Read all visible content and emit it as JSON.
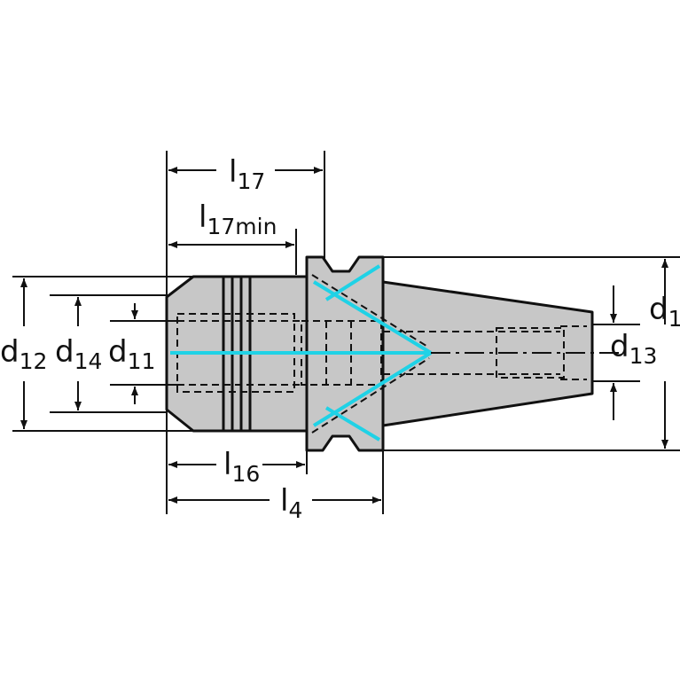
{
  "colors": {
    "body_fill": "#c7c7c7",
    "outline": "#111111",
    "coolant": "#1fd2e6",
    "background": "#ffffff"
  },
  "labels": {
    "l17": {
      "base": "l",
      "sub": "17"
    },
    "l17min": {
      "base": "l",
      "sub": "17min"
    },
    "d12": {
      "base": "d",
      "sub": "12"
    },
    "d14": {
      "base": "d",
      "sub": "14"
    },
    "d11": {
      "base": "d",
      "sub": "11"
    },
    "d1": {
      "base": "d",
      "sub": "1"
    },
    "d13": {
      "base": "d",
      "sub": "13"
    },
    "l16": {
      "base": "l",
      "sub": "16"
    },
    "l4": {
      "base": "l",
      "sub": "4"
    }
  }
}
